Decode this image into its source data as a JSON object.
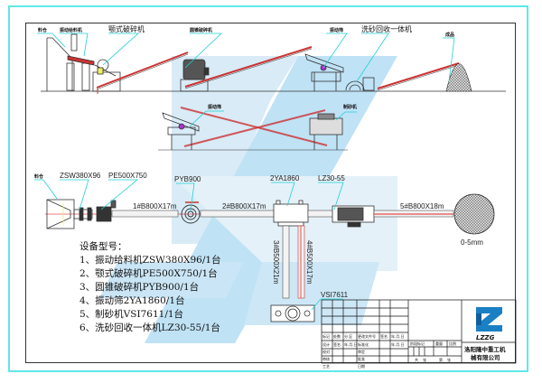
{
  "diagram": {
    "type": "sand production line flow diagram",
    "elevation_labels": {
      "hopper": "料仓",
      "feeder": "振动给料机",
      "jaw_crusher": "颚式破碎机",
      "cone_crusher": "圆锥破碎机",
      "vibrating_screen": "振动筛",
      "sand_washer": "洗砂回收一体机",
      "product": "成品",
      "screen_lower": "振动筛",
      "sand_maker": "制砂机"
    },
    "plan_labels": {
      "hopper": "料仓",
      "feeder": "ZSW380X96",
      "jaw_crusher": "PE500X750",
      "cone_crusher": "PYB900",
      "screen": "2YA1860",
      "washer": "LZ30-55",
      "sand_maker": "VSI7611",
      "product_size": "0-5mm"
    },
    "conveyors": [
      {
        "id": 1,
        "label": "1#B800X17m"
      },
      {
        "id": 2,
        "label": "2#B800X17m"
      },
      {
        "id": 3,
        "label": "3#B500X21m"
      },
      {
        "id": 4,
        "label": "4#B500X17m"
      },
      {
        "id": 5,
        "label": "5#B800X18m"
      }
    ],
    "equipment_list": {
      "title": "设备型号：",
      "items": [
        "1、振动给料机ZSW380X96/1台",
        "2、颚式破碎机PE500X750/1台",
        "3、圆锥破碎机PYB900/1台",
        "4、振动筛2YA1860/1台",
        "5、制砂机VSI7611/1台",
        "6、洗砂回收一体机LZ30-55/1台"
      ]
    },
    "title_block": {
      "row_labels": [
        "标记",
        "处数",
        "分 区",
        "更改文件号",
        "签名",
        "年.月.日"
      ],
      "design_row": [
        "设计",
        "签名",
        "年.月.日",
        "标准化",
        "",
        "年.月.日"
      ],
      "left_rows": [
        "校对",
        "审核",
        "工艺"
      ],
      "right_rows": [
        "审定",
        "批准",
        "日期"
      ],
      "stage_labels": [
        "阶段标记",
        "重量",
        "比例"
      ],
      "sheet_labels": [
        "共",
        "张",
        "第",
        "张"
      ],
      "logo_text": "LZZG",
      "company_line1": "洛阳隆中重工机",
      "company_line2": "械有限公司"
    },
    "watermark": "LZZG",
    "colors": {
      "frame_outer": "#5fe8e8",
      "leader": "#20d0d8",
      "conveyor": "#e05050",
      "watermark": "#7ac4ec",
      "logo": "#1b7fc4"
    }
  }
}
